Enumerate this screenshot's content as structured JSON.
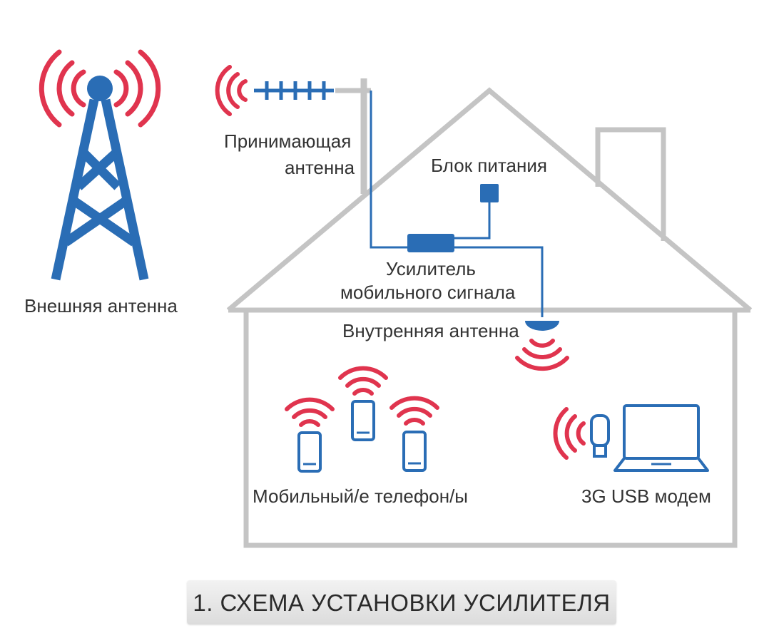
{
  "labels": {
    "outdoor_antenna": "Внешняя антенна",
    "receiving_antenna_line1": "Принимающая",
    "receiving_antenna_line2": "антенна",
    "power_supply": "Блок питания",
    "amplifier_line1": "Усилитель",
    "amplifier_line2": "мобильного сигнала",
    "indoor_antenna": "Внутренняя антенна",
    "phones": "Мобильный/е телефон/ы",
    "modem": "3G USB модем"
  },
  "caption": "1. СХЕМА УСТАНОВКИ УСИЛИТЕЛЯ",
  "colors": {
    "blue": "#2a6db5",
    "red": "#e0344e",
    "house": "#c4c4c4",
    "text": "#333333"
  },
  "icons": [
    "cell-tower-icon",
    "yagi-antenna-icon",
    "power-supply-icon",
    "amplifier-icon",
    "indoor-antenna-icon",
    "smartphone-icon",
    "usb-modem-icon",
    "laptop-icon",
    "signal-waves-icon"
  ]
}
